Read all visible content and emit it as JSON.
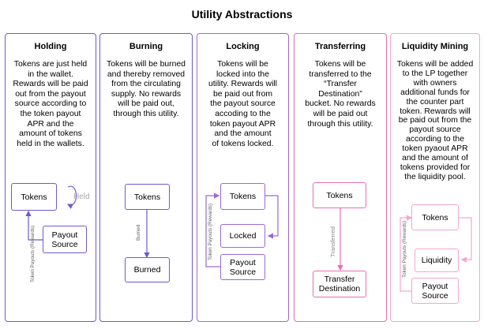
{
  "title": "Utility Abstractions",
  "columns": [
    {
      "heading": "Holding",
      "desc": "Tokens are just held\nin the wallet.\nRewards will be paid\nout from the payout\nsource according to\nthe token payout\nAPR and the\namount of tokens\nheld in the wallets.",
      "boxes": {
        "tokens": "Tokens",
        "payout": "Payout\nSource"
      },
      "labels": {
        "held": "Held",
        "payouts": "Token Payouts (Rewards)"
      }
    },
    {
      "heading": "Burning",
      "desc": "Tokens will be burned\nand thereby removed\nfrom the circulating\nsupply. No rewards\nwill be paid out,\nthrough this utility.",
      "boxes": {
        "tokens": "Tokens",
        "burned": "Burned"
      },
      "labels": {
        "burned": "Burned"
      }
    },
    {
      "heading": "Locking",
      "desc": "Tokens will be\nlocked into the\nutility. Rewards will\nbe paid out from\nthe payout source\naccoding to the\ntoken payout APR\nand the amount\nof tokens locked.",
      "boxes": {
        "tokens": "Tokens",
        "locked": "Locked",
        "payout": "Payout\nSource"
      },
      "labels": {
        "payouts": "Token Payouts (Rewards)"
      }
    },
    {
      "heading": "Transferring",
      "desc": "Tokens will be\ntransferred to the\n“Transfer\nDestination”\nbucket. No rewards\nwill be paid out\nthrough this utility.",
      "boxes": {
        "tokens": "Tokens",
        "dest": "Transfer\nDestination"
      },
      "labels": {
        "transferred": "Transferred"
      }
    },
    {
      "heading": "Liquidity Mining",
      "desc": "Tokens will be added\nto the LP together\nwith owners\nadditional funds for\nthe counter part\ntoken. Rewards will\nbe paid out from the\npayout source\naccording to the\ntoken pyaout APR\nand the amount of\ntokens provided for\nthe liquidity pool.",
      "boxes": {
        "tokens": "Tokens",
        "liquidity": "Liquidity",
        "payout": "Payout\nSource"
      },
      "labels": {
        "payouts": "Token Payouts (Rewards)"
      }
    }
  ],
  "colors": {
    "holding": "#6b5bd2",
    "burning": "#6b5bd2",
    "locking": "#9a6ad6",
    "transferring": "#e86fb0",
    "liquidity": "#f3a6cc"
  }
}
